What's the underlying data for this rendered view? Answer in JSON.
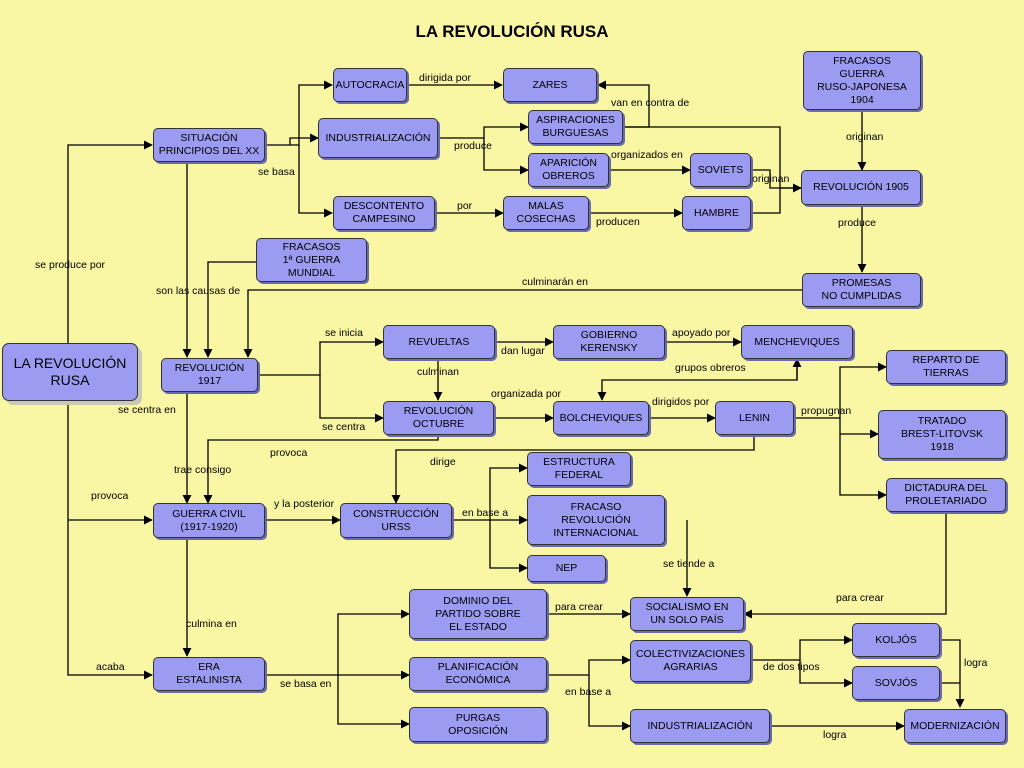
{
  "title": "LA REVOLUCIÓN RUSA",
  "nodes": {
    "revolucion_rusa": "LA REVOLUCIÓN\nRUSA",
    "situacion": "SITUACIÓN\nPRINCIPIOS DEL XX",
    "autocracia": "AUTOCRACIA",
    "zares": "ZARES",
    "industrializacion_1": "INDUSTRIALIZACIÓN",
    "aspiraciones": "ASPIRACIONES\nBURGUESAS",
    "aparicion": "APARICIÓN\nOBREROS",
    "soviets": "SOVIETS",
    "descontento": "DESCONTENTO\nCAMPESINO",
    "malas_cosechas": "MALAS\nCOSECHAS",
    "hambre": "HAMBRE",
    "fracasos_japonesa": "FRACASOS\nGUERRA\nRUSO-JAPONESA\n1904",
    "revolucion_1905": "REVOLUCIÓN 1905",
    "fracasos_mundial": "FRACASOS\n1ª GUERRA\nMUNDIAL",
    "promesas": "PROMESAS\nNO CUMPLIDAS",
    "revolucion_1917": "REVOLUCIÓN\n1917",
    "revueltas": "REVUELTAS",
    "gobierno_kerensky": "GOBIERNO\nKERENSKY",
    "mencheviques": "MENCHEVIQUES",
    "revolucion_octubre": "REVOLUCIÓN\nOCTUBRE",
    "bolcheviques": "BOLCHEVIQUES",
    "lenin": "LENIN",
    "reparto": "REPARTO DE\nTIERRAS",
    "tratado": "TRATADO\nBREST-LITOVSK\n1918",
    "dictadura": "DICTADURA DEL\nPROLETARIADO",
    "guerra_civil": "GUERRA CIVIL\n(1917-1920)",
    "construccion": "CONSTRUCCIÓN\nURSS",
    "estructura": "ESTRUCTURA\nFEDERAL",
    "fracaso_internacional": "FRACASO\nREVOLUCIÓN\nINTERNACIONAL",
    "nep": "NEP",
    "dominio": "DOMINIO DEL\nPARTIDO SOBRE\nEL ESTADO",
    "socialismo": "SOCIALISMO EN\nUN SOLO PAÍS",
    "era_estalinista": "ERA\nESTALINISTA",
    "planificacion": "PLANIFICACIÓN\nECONÓMICA",
    "colectivizaciones": "COLECTIVIZACIONES\nAGRARIAS",
    "koljos": "KOLJÓS",
    "sovjos": "SOVJÓS",
    "purgas": "PURGAS\nOPOSICIÓN",
    "industrializacion_2": "INDUSTRIALIZACIÓN",
    "modernizacion": "MODERNIZACIÓN"
  },
  "labels": {
    "dirigida_por": "dirigida por",
    "van_en_contra": "van en contra de",
    "produce_1": "produce",
    "organizados_en": "organizados en",
    "originan_1": "originan",
    "originan_2": "originan",
    "se_basa": "se basa",
    "por": "por",
    "producen": "producen",
    "produce_2": "produce",
    "se_produce_por": "se produce por",
    "son_las_causas": "son las causas de",
    "culminaran_en": "culminarán en",
    "se_inicia": "se inicia",
    "dan_lugar": "dan lugar",
    "apoyado_por": "apoyado por",
    "culminan": "culminan",
    "grupos_obreros": "grupos obreros",
    "organizada_por": "organizada por",
    "dirigidos_por": "dirigidos por",
    "propugnan": "propugnan",
    "se_centra_en": "se centra en",
    "se_centra": "se centra",
    "provoca_1": "provoca",
    "dirige": "dirige",
    "trae_consigo": "trae consigo",
    "provoca_2": "provoca",
    "y_la_posterior": "y la posterior",
    "en_base_a_1": "en base a",
    "se_tiende_a": "se tiende a",
    "para_crear_1": "para crear",
    "para_crear_2": "para crear",
    "culmina_en": "culmina en",
    "acaba": "acaba",
    "se_basa_en": "se basa en",
    "de_dos_tipos": "de dos tipos",
    "logra_1": "logra",
    "en_base_a_2": "en base a",
    "logra_2": "logra"
  }
}
